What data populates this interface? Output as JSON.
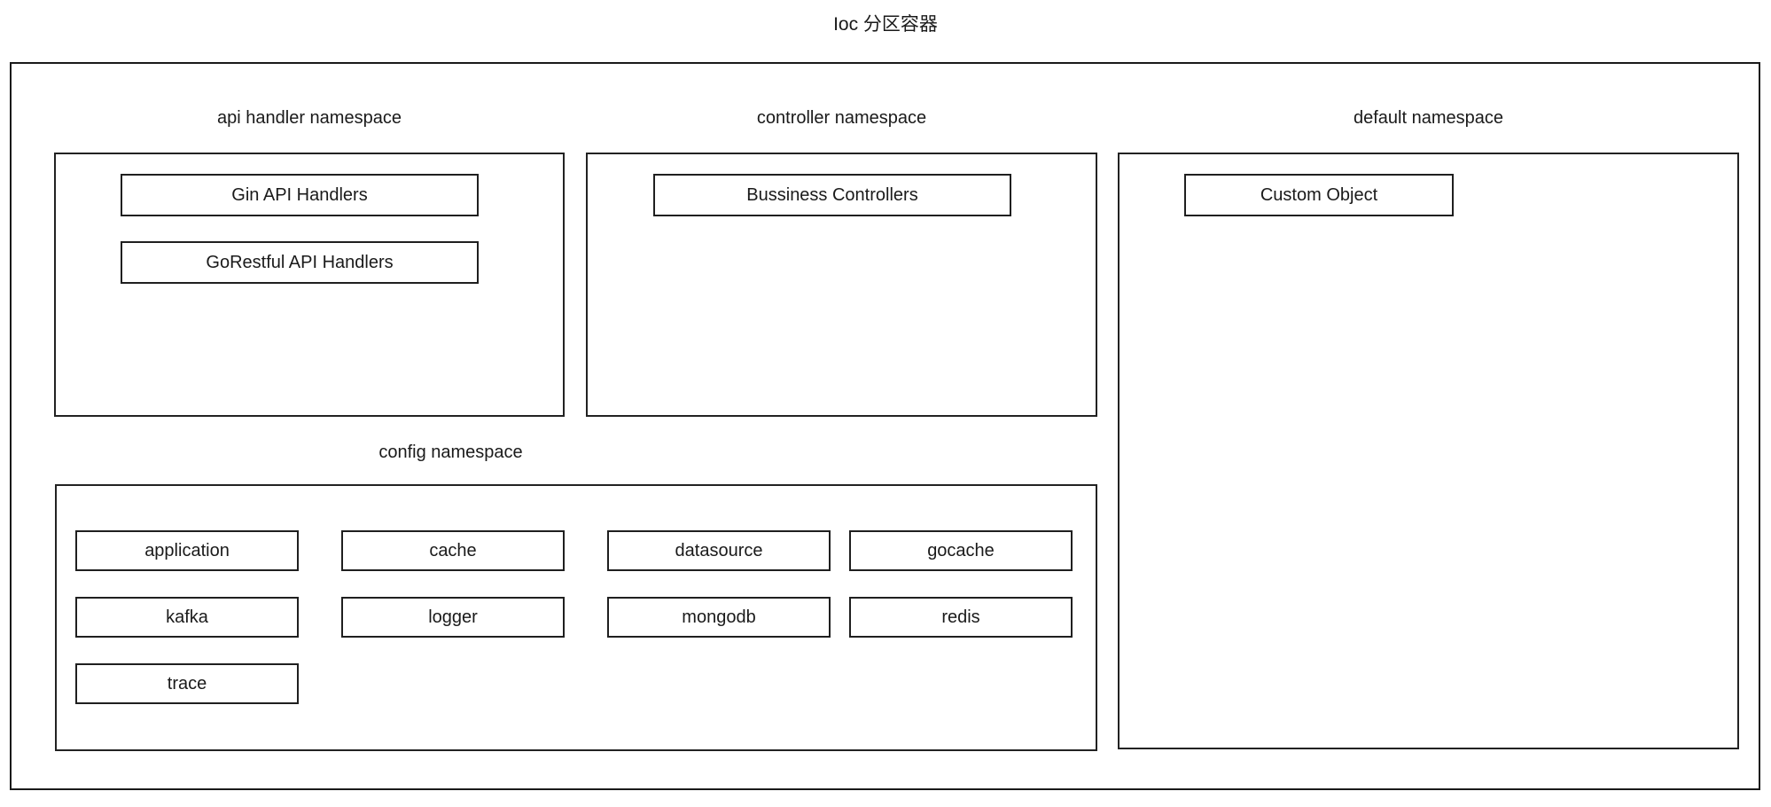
{
  "diagram": {
    "title": "Ioc 分区容器",
    "container_name": "ioc-partition-container",
    "colors": {
      "background": "#ffffff",
      "border": "#1a1a1a",
      "text": "#1a1a1a"
    },
    "namespaces": [
      {
        "id": "api-handler",
        "label": "api handler namespace",
        "items": [
          {
            "id": "gin-api-handlers",
            "label": "Gin API Handlers"
          },
          {
            "id": "gorestful-api-handlers",
            "label": "GoRestful API Handlers"
          }
        ]
      },
      {
        "id": "controller",
        "label": "controller namespace",
        "items": [
          {
            "id": "bussiness-controllers",
            "label": "Bussiness Controllers"
          }
        ]
      },
      {
        "id": "default",
        "label": "default namespace",
        "items": [
          {
            "id": "custom-object",
            "label": "Custom Object"
          }
        ]
      },
      {
        "id": "config",
        "label": "config namespace",
        "items": [
          {
            "id": "application",
            "label": "application"
          },
          {
            "id": "cache",
            "label": "cache"
          },
          {
            "id": "datasource",
            "label": "datasource"
          },
          {
            "id": "gocache",
            "label": "gocache"
          },
          {
            "id": "kafka",
            "label": "kafka"
          },
          {
            "id": "logger",
            "label": "logger"
          },
          {
            "id": "mongodb",
            "label": "mongodb"
          },
          {
            "id": "redis",
            "label": "redis"
          },
          {
            "id": "trace",
            "label": "trace"
          }
        ]
      }
    ]
  }
}
